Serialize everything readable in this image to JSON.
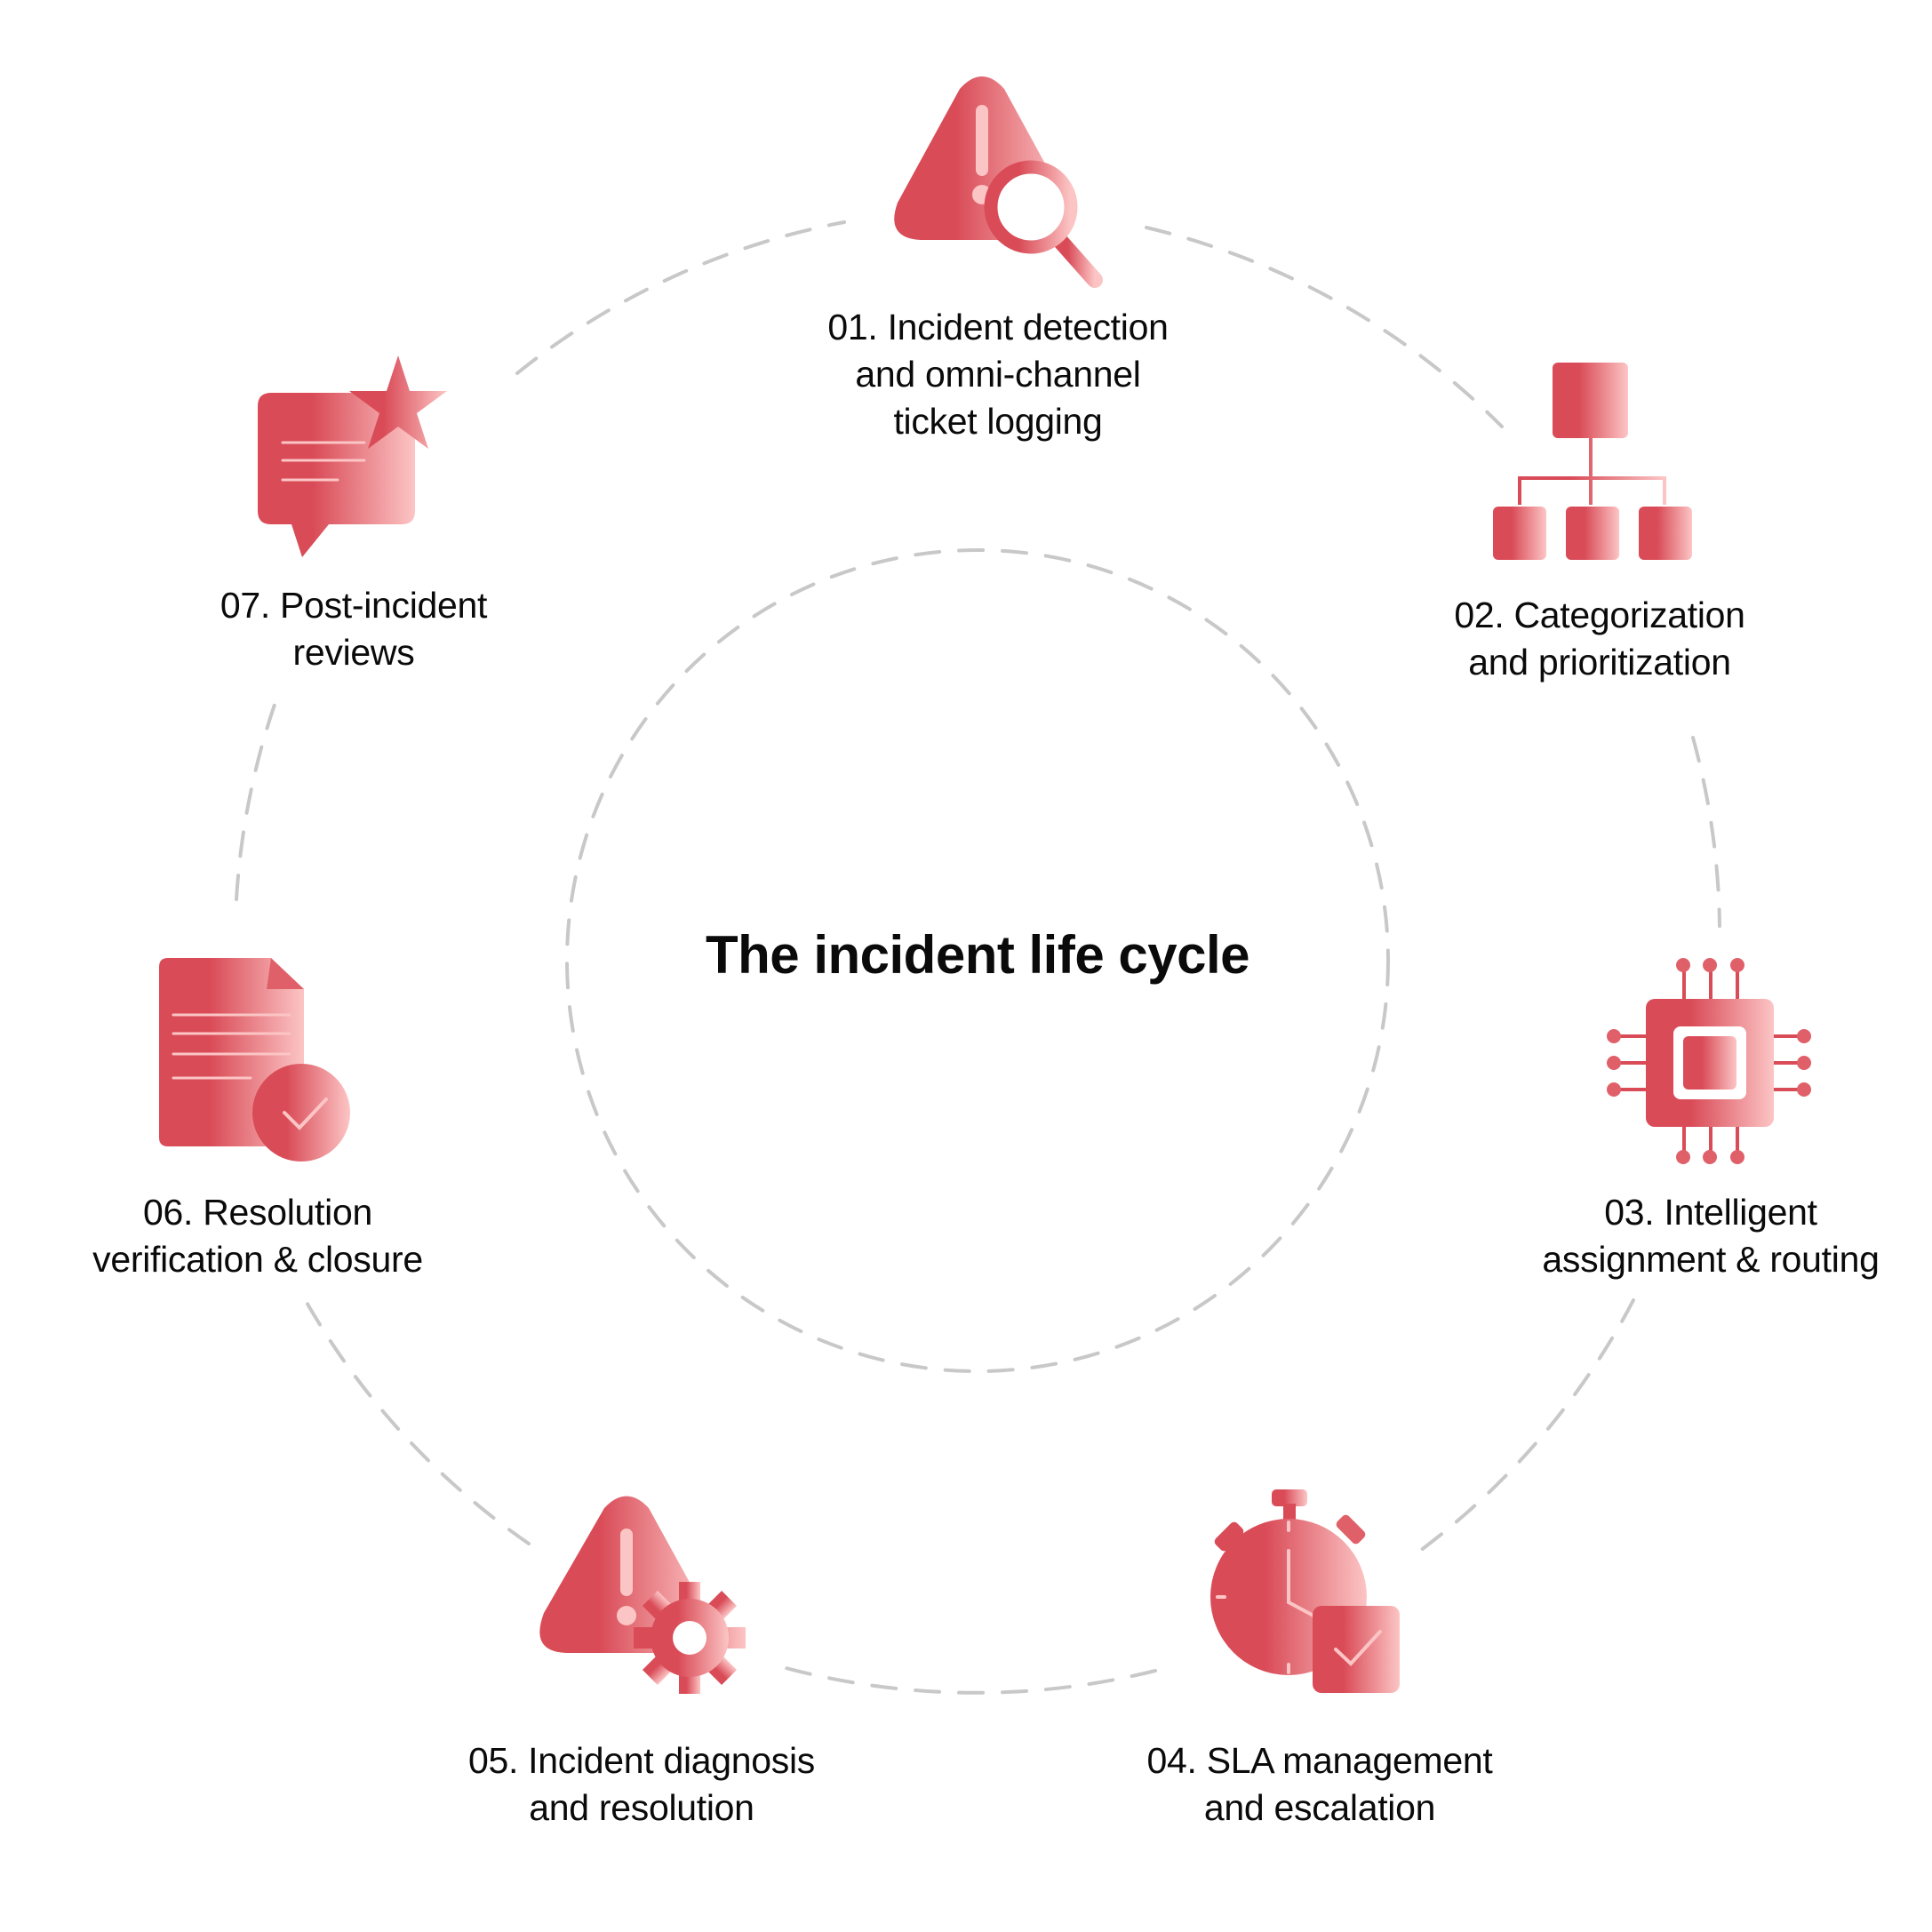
{
  "title": "The incident life cycle",
  "colors": {
    "gradient_start": "#d94b57",
    "gradient_end": "#fcc5c5",
    "highlight": "#fcc5c5",
    "dashed_ring": "#c8c8c8",
    "text": "#0a0a0a",
    "background": "#ffffff"
  },
  "steps": [
    {
      "number": "01",
      "icon": "warning-magnifier-icon",
      "lines": [
        "01. Incident detection",
        "and omni-channel",
        "ticket logging"
      ]
    },
    {
      "number": "02",
      "icon": "hierarchy-icon",
      "lines": [
        "02. Categorization",
        "and prioritization"
      ]
    },
    {
      "number": "03",
      "icon": "chip-icon",
      "lines": [
        "03. Intelligent",
        "assignment & routing"
      ]
    },
    {
      "number": "04",
      "icon": "stopwatch-check-icon",
      "lines": [
        "04. SLA management",
        "and escalation"
      ]
    },
    {
      "number": "05",
      "icon": "warning-gear-icon",
      "lines": [
        "05. Incident diagnosis",
        "and resolution"
      ]
    },
    {
      "number": "06",
      "icon": "document-check-icon",
      "lines": [
        "06. Resolution",
        "verification & closure"
      ]
    },
    {
      "number": "07",
      "icon": "chat-star-icon",
      "lines": [
        "07. Post-incident",
        "reviews"
      ]
    }
  ]
}
